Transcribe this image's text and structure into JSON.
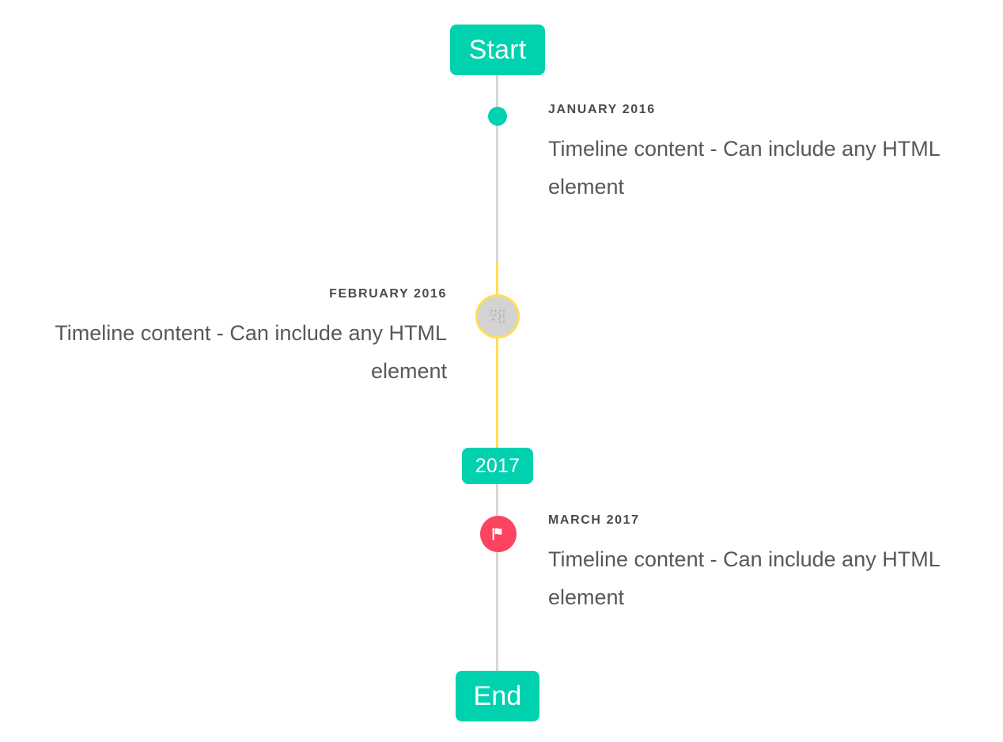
{
  "timeline": {
    "start_label": "Start",
    "mid_label": "2017",
    "end_label": "End",
    "colors": {
      "accent_green": "#00d1ae",
      "accent_yellow": "#ffdd57",
      "accent_pink": "#fc4360",
      "rail_gray": "#d6d6d6",
      "marker_gray": "#d3d3d3",
      "date_text": "#4a4a4a",
      "body_text": "#55595c",
      "background": "#ffffff"
    },
    "entries": [
      {
        "date": "JANUARY 2016",
        "body": "Timeline content - Can include any HTML element",
        "side": "right",
        "marker": "dot-icon"
      },
      {
        "date": "FEBRUARY 2016",
        "body": "Timeline content - Can include any HTML element",
        "side": "left",
        "marker": "broken-image-icon"
      },
      {
        "date": "MARCH 2017",
        "body": "Timeline content - Can include any HTML element",
        "side": "right",
        "marker": "flag-icon"
      }
    ]
  }
}
